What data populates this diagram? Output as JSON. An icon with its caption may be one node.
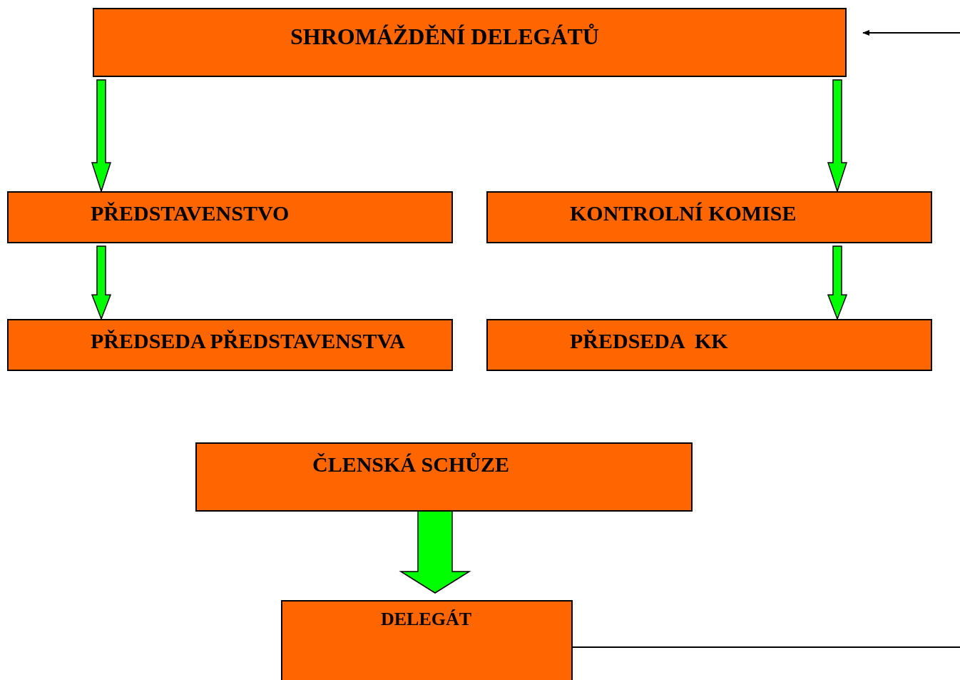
{
  "diagram": {
    "nodes": [
      {
        "text": [
          "SHROMÁŽDĚNÍ DELEGÁTŮ"
        ]
      },
      {
        "text": [
          "PŘEDSTAVENSTVO"
        ]
      },
      {
        "text": [
          "KONTROLNÍ KOMISE"
        ]
      },
      {
        "text": [
          "PŘEDSEDA PŘEDSTAVENSTVA"
        ]
      },
      {
        "text": [
          "PŘEDSEDA  KK"
        ]
      },
      {
        "text": [
          "ČLENSKÁ SCHŮZE"
        ]
      },
      {
        "text": [
          "DELEGÁT"
        ]
      }
    ],
    "edges": [
      {
        "from": 0,
        "to": 1,
        "arrow": "to",
        "style": "thick"
      },
      {
        "from": 0,
        "to": 2,
        "arrow": "to",
        "style": "thick"
      },
      {
        "from": 1,
        "to": 3,
        "arrow": "to",
        "style": "thick"
      },
      {
        "from": 2,
        "to": 4,
        "arrow": "to",
        "style": "thick"
      },
      {
        "from": 5,
        "to": 6,
        "arrow": "to",
        "style": "thick"
      },
      {
        "from": null,
        "to": 0,
        "arrow": "to",
        "color": "#000000"
      },
      {
        "from": 6,
        "to": null,
        "arrow": "none",
        "color": "#000000"
      }
    ]
  }
}
